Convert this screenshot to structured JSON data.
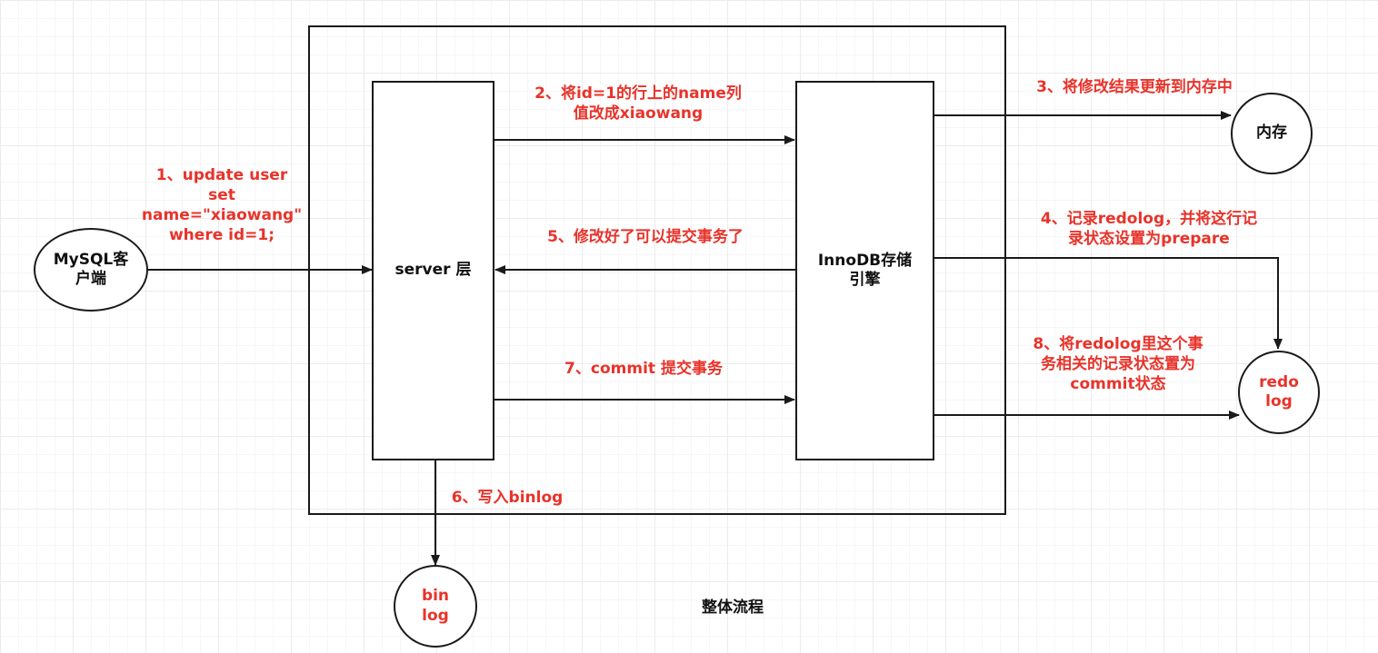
{
  "colors": {
    "stroke": "#1a1a1a",
    "step_text": "#e8332a",
    "node_text": "#111111"
  },
  "nodes": {
    "client": [
      "MySQL客",
      "户端"
    ],
    "server": "server 层",
    "innodb": [
      "InnoDB存储",
      "引擎"
    ],
    "memory": "内存",
    "redolog": [
      "redo",
      "log"
    ],
    "binlog": [
      "bin",
      "log"
    ]
  },
  "steps": {
    "s1": [
      "1、update user",
      "set",
      "name=\"xiaowang\"",
      "where id=1;"
    ],
    "s2": [
      "2、将id=1的行上的name列",
      "值改成xiaowang"
    ],
    "s3": [
      "3、将修改结果更新到内存中"
    ],
    "s4": [
      "4、记录redolog，并将这行记",
      "录状态设置为prepare"
    ],
    "s5": [
      "5、修改好了可以提交事务了"
    ],
    "s6": [
      "6、写入binlog"
    ],
    "s7": [
      "7、commit 提交事务"
    ],
    "s8": [
      "8、将redolog里这个事",
      "务相关的记录状态置为",
      "commit状态"
    ]
  },
  "caption": "整体流程"
}
